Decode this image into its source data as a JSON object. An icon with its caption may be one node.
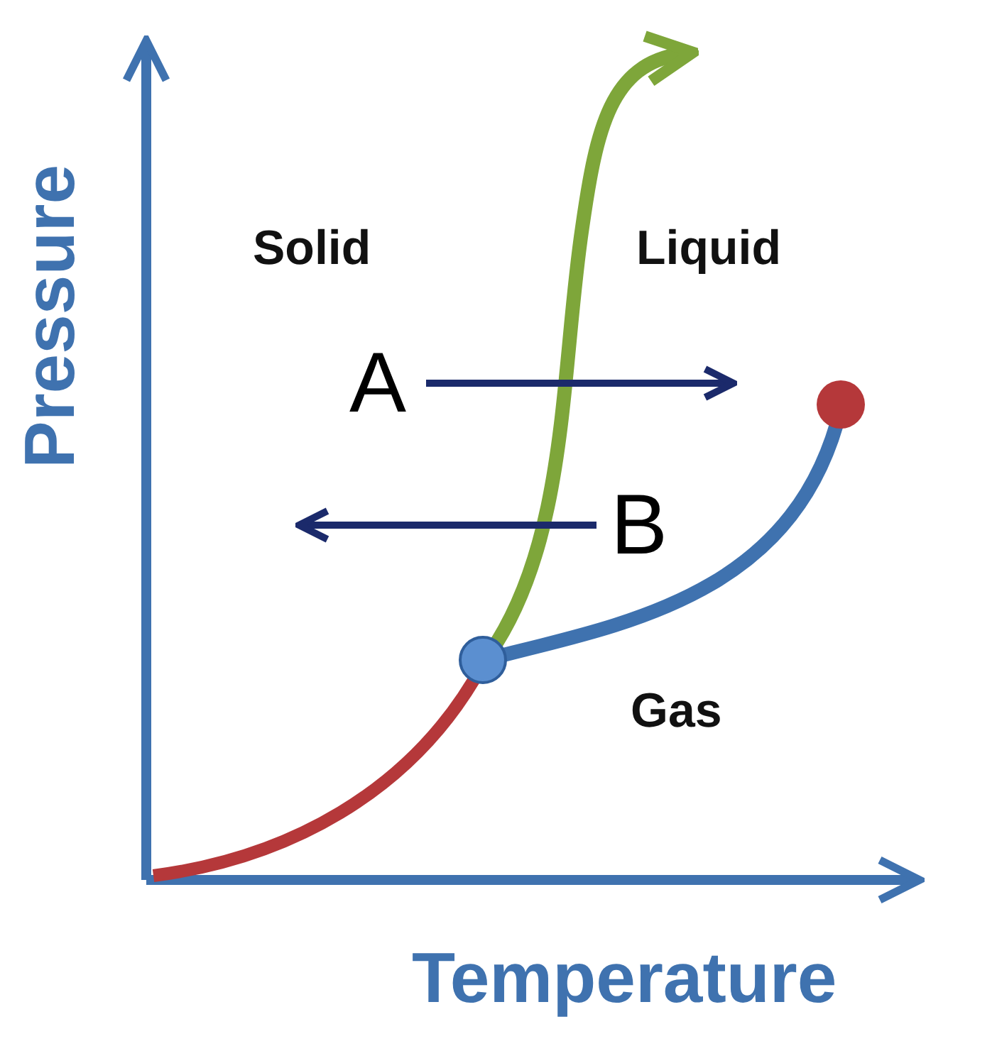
{
  "diagram": {
    "nodes": [
      {
        "text": [
          "A"
        ]
      },
      {
        "text": [
          "B"
        ]
      }
    ],
    "edges": [
      {
        "from": 0,
        "to": null,
        "arrow": "to"
      },
      {
        "from": 1,
        "to": null,
        "arrow": "to"
      }
    ],
    "labels": [
      "Solid",
      "Liquid",
      "Pressure",
      "Gas",
      "Temperature"
    ]
  }
}
